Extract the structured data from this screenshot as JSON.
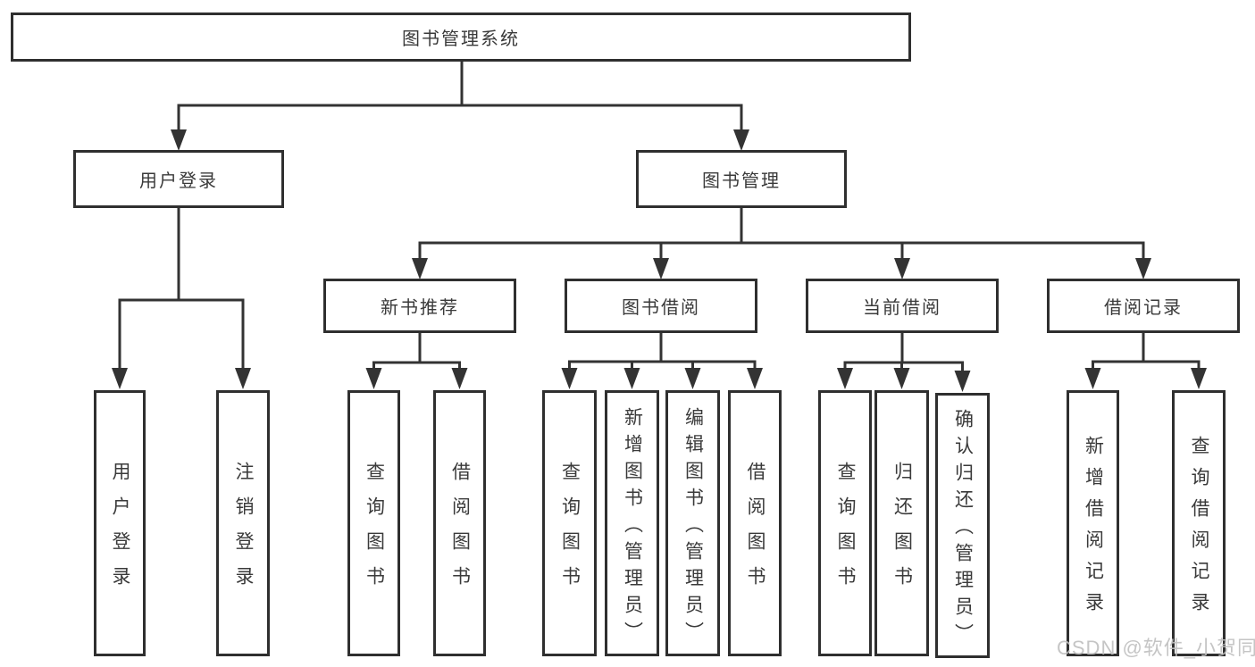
{
  "tree": {
    "root": {
      "label": "图书管理系统"
    },
    "children": [
      {
        "label": "用户登录",
        "children": [
          {
            "label": "用户登录"
          },
          {
            "label": "注销登录"
          }
        ]
      },
      {
        "label": "图书管理",
        "children": [
          {
            "label": "新书推荐",
            "children": [
              {
                "label": "查询图书"
              },
              {
                "label": "借阅图书"
              }
            ]
          },
          {
            "label": "图书借阅",
            "children": [
              {
                "label": "查询图书"
              },
              {
                "label": "新增图书（管理员）"
              },
              {
                "label": "编辑图书（管理员）"
              },
              {
                "label": "借阅图书"
              }
            ]
          },
          {
            "label": "当前借阅",
            "children": [
              {
                "label": "查询图书"
              },
              {
                "label": "归还图书"
              },
              {
                "label": "确认归还（管理员）"
              }
            ]
          },
          {
            "label": "借阅记录",
            "children": [
              {
                "label": "新增借阅记录"
              },
              {
                "label": "查询借阅记录"
              }
            ]
          }
        ]
      }
    ]
  },
  "watermark": {
    "text": "CSDN @软件_小贺同学"
  },
  "colors": {
    "line": "#333333",
    "box_border": "#2f2f2f",
    "text": "#3a3a3a",
    "watermark": "#c0c0c0",
    "background": "#ffffff"
  }
}
